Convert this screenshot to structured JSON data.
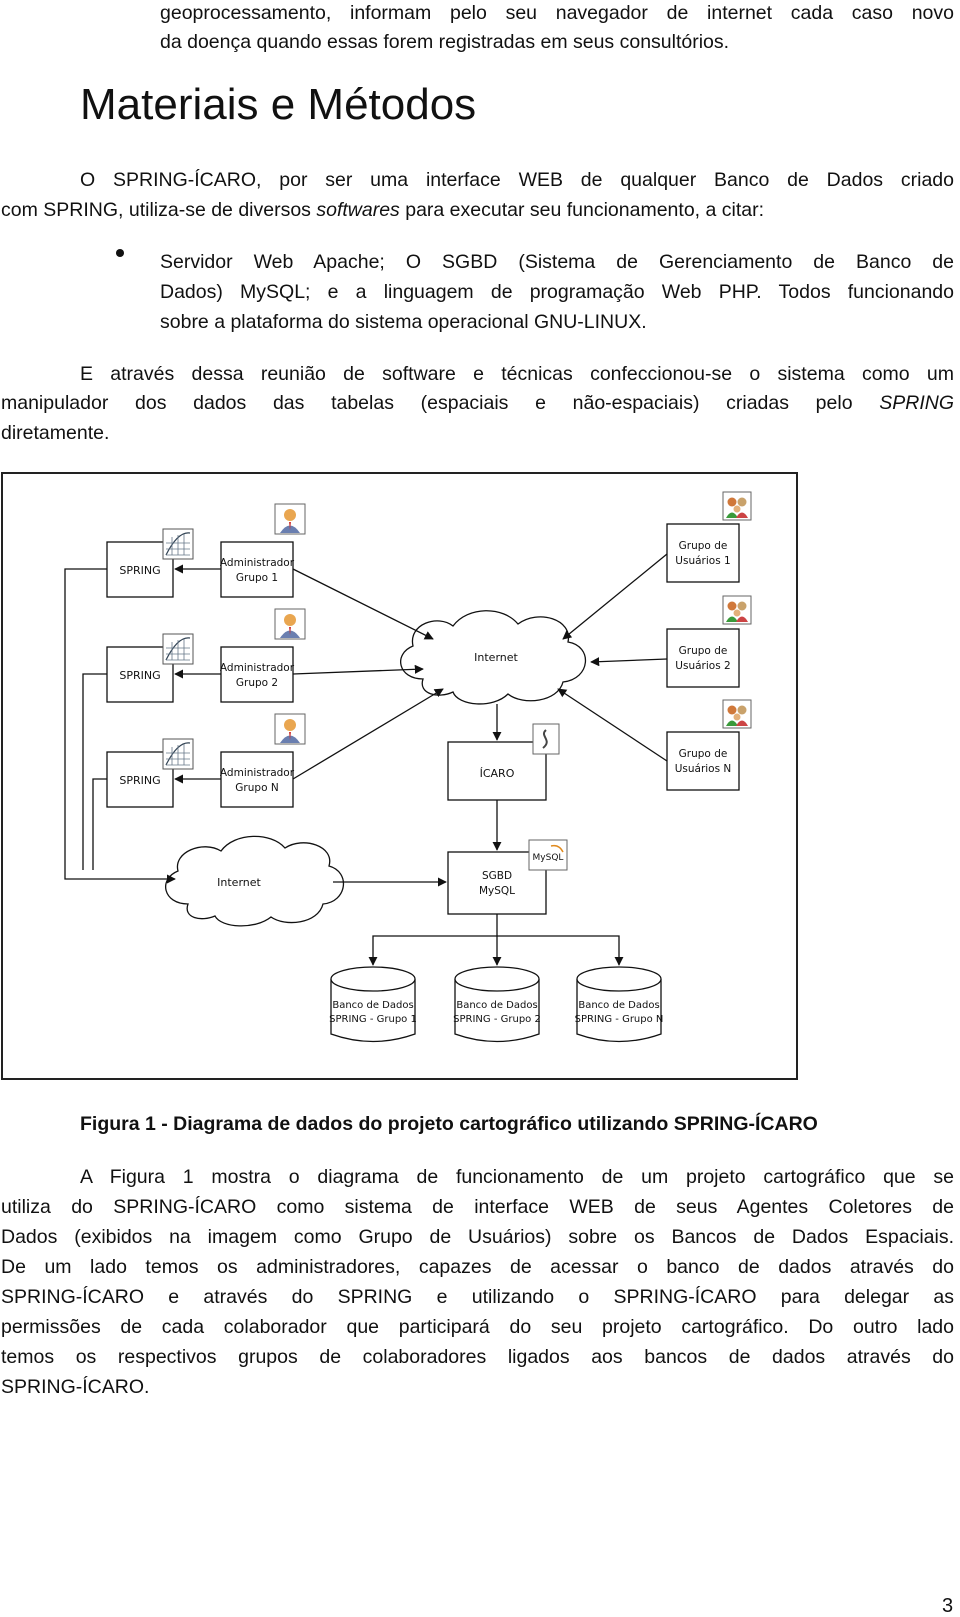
{
  "intro": {
    "line1": "geoprocessamento, informam pelo seu navegador de internet cada caso novo",
    "line2": "da doença quando essas forem registradas em seus consultórios."
  },
  "section_title": "Materiais e Métodos",
  "para1": {
    "line1": "O SPRING-ÍCARO, por ser uma interface WEB de qualquer Banco de Dados criado",
    "line2_pre": "com SPRING, utiliza-se de diversos ",
    "line2_em": "softwares",
    "line2_post": " para executar seu funcionamento, a citar:"
  },
  "bullet": {
    "line1": "Servidor Web Apache; O SGBD (Sistema de Gerenciamento de Banco de",
    "line2": "Dados) MySQL; e a linguagem de programação Web PHP. Todos funcionando",
    "line3": "sobre a plataforma do sistema operacional GNU-LINUX."
  },
  "para2": {
    "line1": "E através dessa reunião de software e técnicas confeccionou-se o sistema como um",
    "line2_pre": "manipulador dos dados das tabelas (espaciais e não-espaciais) criadas pelo ",
    "line2_em": "SPRING",
    "line3": "diretamente."
  },
  "diagram": {
    "spring_label": "SPRING",
    "admin1": [
      "Administrador",
      "Grupo 1"
    ],
    "admin2": [
      "Administrador",
      "Grupo 2"
    ],
    "adminN": [
      "Administrador",
      "Grupo N"
    ],
    "internet_label": "Internet",
    "icaro_label": "ÍCARO",
    "sgbd": [
      "SGBD",
      "MySQL"
    ],
    "users1": [
      "Grupo de",
      "Usuários 1"
    ],
    "users2": [
      "Grupo de",
      "Usuários 2"
    ],
    "usersN": [
      "Grupo de",
      "Usuários N"
    ],
    "db1": [
      "Banco de Dados",
      "SPRING - Grupo 1"
    ],
    "db2": [
      "Banco de Dados",
      "SPRING - Grupo 2"
    ],
    "dbN": [
      "Banco de Dados",
      "SPRING - Grupo N"
    ],
    "mysql_logo": "MySQL"
  },
  "figure_caption": "Figura 1 - Diagrama de dados do projeto cartográfico utilizando SPRING-ÍCARO",
  "para3": {
    "line1": "A Figura 1 mostra o diagrama de funcionamento de um projeto cartográfico que se",
    "line2": "utiliza do SPRING-ÍCARO como sistema de interface WEB de seus Agentes Coletores de",
    "line3": "Dados (exibidos na imagem como Grupo de Usuários) sobre os Bancos de Dados Espaciais.",
    "line4": "De um lado temos os administradores, capazes de acessar o banco de dados através do",
    "line5": "SPRING-ÍCARO e através do SPRING e utilizando o SPRING-ÍCARO para delegar as",
    "line6": "permissões de cada colaborador que participará do seu projeto cartográfico. Do outro lado",
    "line7": "temos os respectivos grupos de colaboradores ligados aos bancos de dados através do",
    "line8": "SPRING-ÍCARO."
  },
  "page_number": "3"
}
